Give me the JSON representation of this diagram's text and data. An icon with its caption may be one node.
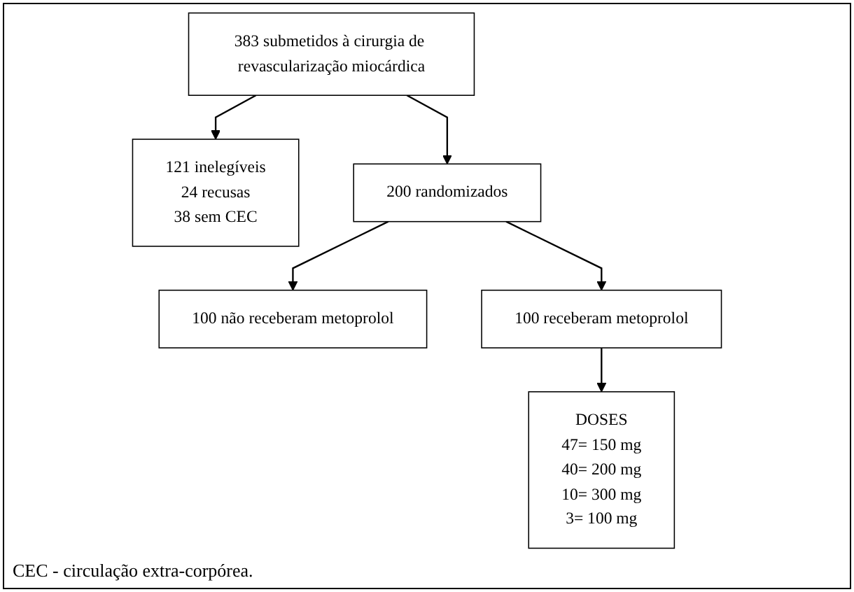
{
  "diagram": {
    "nodes": [
      {
        "text": [
          "383 submetidos à cirurgia de revascularização miocárdica"
        ]
      },
      {
        "text": [
          "121 inelegíveis",
          "24 recusas",
          "38 sem CEC"
        ]
      },
      {
        "text": [
          "200 randomizados"
        ]
      },
      {
        "text": [
          "100 não receberam metoprolol"
        ]
      },
      {
        "text": [
          "100 receberam metoprolol"
        ]
      },
      {
        "text": [
          "DOSES",
          "47= 150 mg",
          "40= 200 mg",
          "10= 300 mg",
          "3= 100 mg"
        ]
      }
    ],
    "edges": [
      {
        "from": 0,
        "to": 1,
        "arrow": "to"
      },
      {
        "from": 0,
        "to": 2,
        "arrow": "to"
      },
      {
        "from": 2,
        "to": 3,
        "arrow": "to"
      },
      {
        "from": 2,
        "to": 4,
        "arrow": "to"
      },
      {
        "from": 4,
        "to": 5,
        "arrow": "to"
      }
    ],
    "labels": [
      "CEC - circulação extra-corpórea."
    ]
  }
}
